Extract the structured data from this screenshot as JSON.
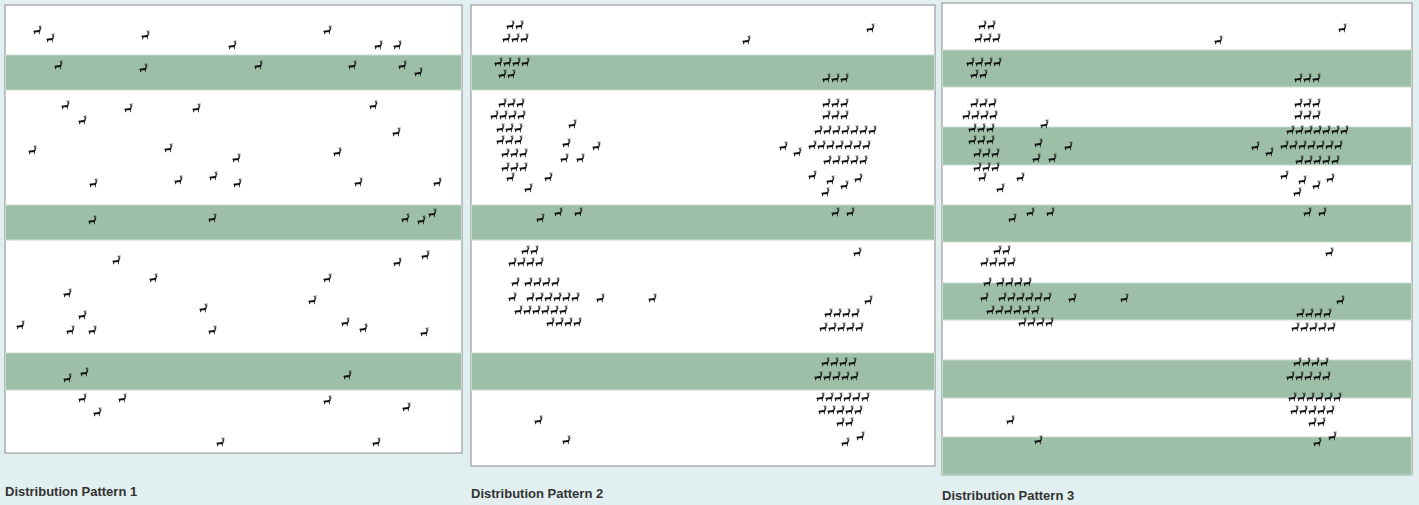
{
  "diagram": {
    "labels": [
      "Distribution Pattern 1",
      "Distribution Pattern 2",
      "Distribution Pattern 3"
    ]
  }
}
